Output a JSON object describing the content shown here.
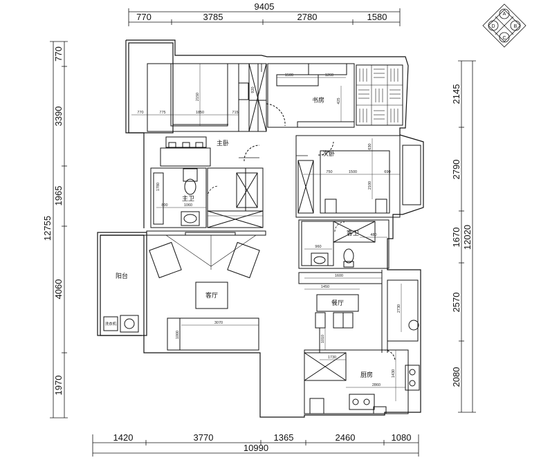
{
  "dimensions": {
    "top_total": "9405",
    "top_segments": [
      "770",
      "3785",
      "2780",
      "1580"
    ],
    "bottom_total": "10990",
    "bottom_segments": [
      "1420",
      "3770",
      "1365",
      "2460",
      "1080"
    ],
    "left_total": "12755",
    "left_segments": [
      "770",
      "3390",
      "1965",
      "4060",
      "1970"
    ],
    "right_total": "12020",
    "right_segments": [
      "2145",
      "2790",
      "1670",
      "2570",
      "2080"
    ]
  },
  "rooms": {
    "master_bedroom": "主卧",
    "study": "书房",
    "second_bedroom": "次卧",
    "master_bath": "主卫",
    "guest_bath": "客卫",
    "balcony": "阳台",
    "living_room": "客厅",
    "dining_room": "餐厅",
    "kitchen": "厨房"
  },
  "inner_dims": {
    "mb_770": "770",
    "mb_775": "775",
    "mb_1850": "1850",
    "mb_715": "715",
    "mb_2150": "2150",
    "mb_920": "920",
    "st_1500": "1500",
    "st_1260": "1260",
    "st_425": "425",
    "sb_750": "750",
    "sb_1500": "1500",
    "sb_690": "690",
    "sb_2100": "2100",
    "sb_630": "630",
    "ba_1780": "1780",
    "ba_800": "800",
    "ba_1060": "1060",
    "gb_960": "960",
    "gb_480": "480",
    "lr_3070": "3070",
    "lr_1000": "1000",
    "dn_1450": "1450",
    "dn_1600": "1600",
    "dn_1010": "1010",
    "kt_1730": "1730",
    "kt_2860": "2860",
    "kt_1430": "1430",
    "kt_2730": "2730"
  },
  "appliance_label": "洗衣机",
  "compass": {
    "n": "A",
    "e": "B",
    "s": "C",
    "w": "D"
  },
  "colors": {
    "line": "#111111",
    "thin": "#333333",
    "background": "#ffffff"
  }
}
